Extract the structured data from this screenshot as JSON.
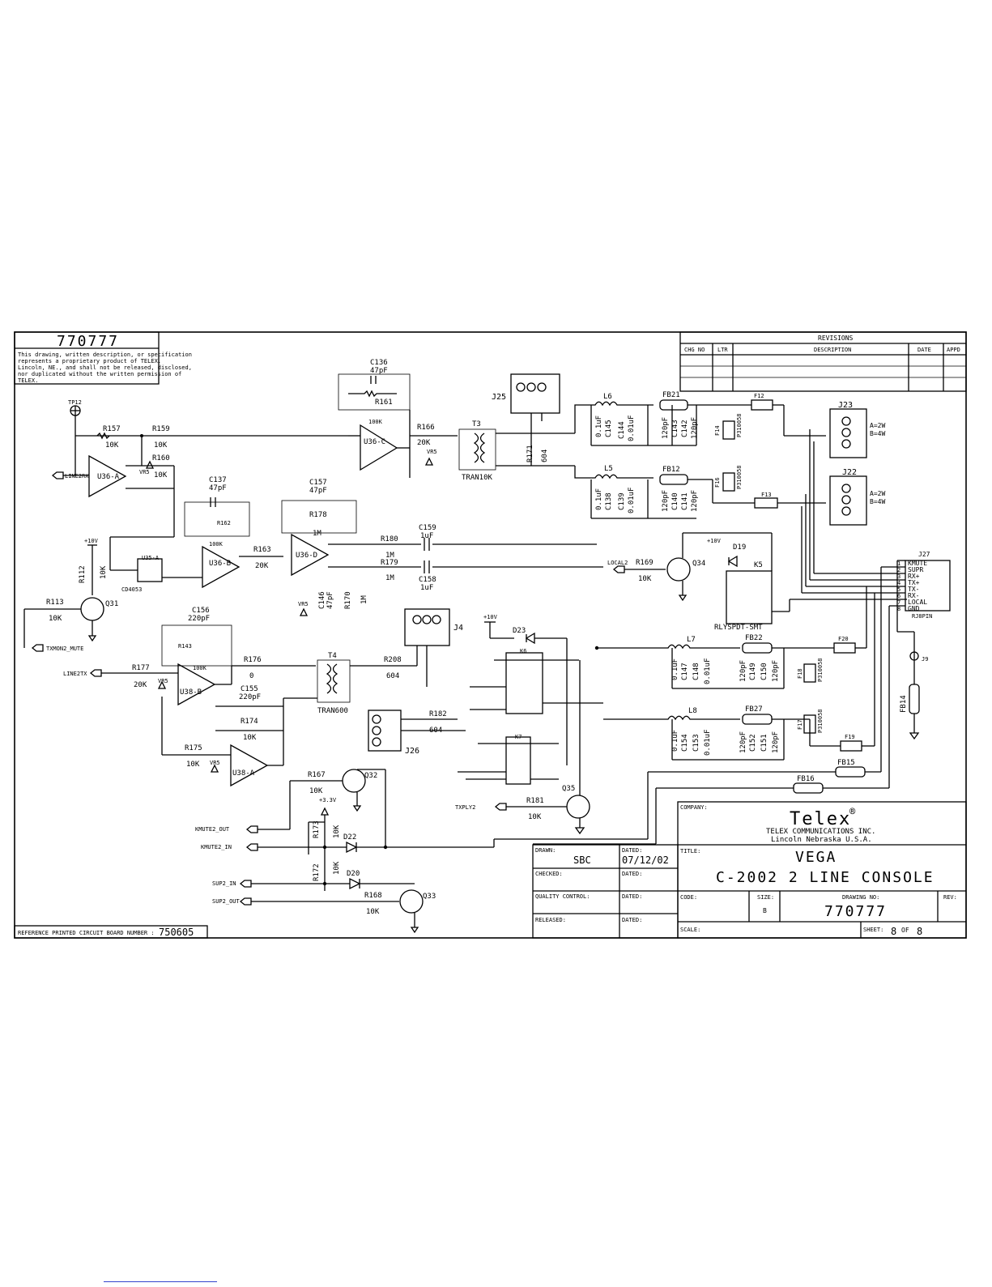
{
  "drawing_number": "770777",
  "proprietary_notice": [
    "This drawing, written description, or specification",
    "represents a proprietary product of TELEX.",
    "Lincoln, NE., and shall not be released, disclosed,",
    "nor duplicated without the written permission of",
    "TELEX."
  ],
  "revisions": {
    "title": "REVISIONS",
    "columns": [
      "CHG NO",
      "LTR",
      "DESCRIPTION",
      "DATE",
      "APPD"
    ]
  },
  "title_block": {
    "company_label": "COMPANY:",
    "company_logo": "Telex",
    "registered_mark": "®",
    "company_name": "TELEX COMMUNICATIONS INC.",
    "company_city": "Lincoln Nebraska U.S.A.",
    "drawn_label": "DRAWN:",
    "drawn_value": "SBC",
    "dated_label": "DATED:",
    "drawn_date": "07/12/02",
    "checked_label": "CHECKED:",
    "quality_label": "QUALITY CONTROL:",
    "released_label": "RELEASED:",
    "title_label": "TITLE:",
    "title_line1": "VEGA",
    "title_line2": "C-2002 2 LINE CONSOLE",
    "code_label": "CODE:",
    "size_label": "SIZE:",
    "size_value": "B",
    "drawing_no_label": "DRAWING NO:",
    "drawing_no_value": "770777",
    "rev_label": "REV:",
    "scale_label": "SCALE:",
    "sheet_label": "SHEET:",
    "sheet_value": "8",
    "of_label": "OF",
    "sheet_total": "8"
  },
  "reference_pcb": {
    "label": "REFERENCE PRINTED CIRCUIT BOARD NUMBER :",
    "value": "750605"
  },
  "nets": {
    "line2rx": "LINE2RX",
    "line2tx": "LINE2TX",
    "txmon2_mute": "TXMON2_MUTE",
    "local2": "LOCAL2",
    "txply2": "TXPLY2",
    "kmute2_out": "KMUTE2_OUT",
    "kmute2_in": "KMUTE2_IN",
    "sup2_in": "SUP2_IN",
    "sup2_out": "SUP2_OUT",
    "tp12": "TP12",
    "vr5": "VR5",
    "plus10v": "+10V",
    "plus3v3": "+3.3V"
  },
  "parts": {
    "r157": [
      "R157",
      "10K"
    ],
    "r159": [
      "R159",
      "10K"
    ],
    "r160": [
      "R160",
      "10K"
    ],
    "r161": [
      "R161",
      "100K"
    ],
    "r166": [
      "R166",
      "20K"
    ],
    "r171": [
      "R171",
      "604"
    ],
    "r162": [
      "R162",
      "100K"
    ],
    "r163": [
      "R163",
      "20K"
    ],
    "r178": [
      "R178",
      "1M"
    ],
    "r180": [
      "R180",
      "1M"
    ],
    "r179": [
      "R179",
      "1M"
    ],
    "r170": [
      "R170",
      "1M"
    ],
    "r169": [
      "R169",
      "10K"
    ],
    "r112": [
      "R112",
      "10K"
    ],
    "r113": [
      "R113",
      "10K"
    ],
    "r143": [
      "R143",
      "100K"
    ],
    "r176": [
      "R176",
      "0"
    ],
    "r177": [
      "R177",
      "20K"
    ],
    "r208": [
      "R208",
      "604"
    ],
    "r182": [
      "R182",
      "604"
    ],
    "r174": [
      "R174",
      "10K"
    ],
    "r175": [
      "R175",
      "10K"
    ],
    "r167": [
      "R167",
      "10K"
    ],
    "r173": [
      "R173",
      "10K"
    ],
    "r172": [
      "R172",
      "10K"
    ],
    "r168": [
      "R168",
      "10K"
    ],
    "r181": [
      "R181",
      "10K"
    ],
    "c136": [
      "C136",
      "47pF"
    ],
    "c137": [
      "C137",
      "47pF"
    ],
    "c157": [
      "C157",
      "47pF"
    ],
    "c159": [
      "C159",
      "1uF"
    ],
    "c158": [
      "C158",
      "1uF"
    ],
    "c146": [
      "C146",
      "47pF"
    ],
    "c156": [
      "C156",
      "220pF"
    ],
    "c155": [
      "C155",
      "220pF"
    ],
    "c145": [
      "C145",
      "0.1uF"
    ],
    "c144": [
      "C144",
      "0.01uF"
    ],
    "c143": [
      "C143",
      "120pF"
    ],
    "c142": [
      "C142",
      "120pF"
    ],
    "c138": [
      "C138",
      "0.1uF"
    ],
    "c139": [
      "C139",
      "0.01uF"
    ],
    "c140": [
      "C140",
      "120pF"
    ],
    "c141": [
      "C141",
      "120pF"
    ],
    "c147": [
      "C147",
      "0.1uF"
    ],
    "c148": [
      "C148",
      "0.01uF"
    ],
    "c149": [
      "C149",
      "120pF"
    ],
    "c150": [
      "C150",
      "120pF"
    ],
    "c154": [
      "C154",
      "0.1uF"
    ],
    "c153": [
      "C153",
      "0.01uF"
    ],
    "c152": [
      "C152",
      "120pF"
    ],
    "c151": [
      "C151",
      "120pF"
    ],
    "u36a": "U36-A",
    "u36b": "U36-B",
    "u36c": "U36-C",
    "u36d": "U36-D",
    "u38a": "U38-A",
    "u38b": "U38-B",
    "u35a": "U35-A",
    "cd4053": "CD4053",
    "t3": "T3",
    "tran10k": "TRAN10K",
    "t4": "T4",
    "tran600": "TRAN600",
    "l5": "L5",
    "l6": "L6",
    "l7": "L7",
    "l8": "L8",
    "fb12": "FB12",
    "fb21": "FB21",
    "fb22": "FB22",
    "fb27": "FB27",
    "fb14": "FB14",
    "fb15": "FB15",
    "fb16": "FB16",
    "f12": "F12",
    "f13": "F13",
    "f14": "F14",
    "f16": "F16",
    "f17": "F17",
    "f18": "F18",
    "f19": "F19",
    "f20": "F20",
    "p310058": "P310058",
    "j22": "J22",
    "j23": "J23",
    "j25": "J25",
    "j4": "J4",
    "j26": "J26",
    "j27": "J27",
    "j9": "J9",
    "a2w": "A=2W",
    "b4w": "B=4W",
    "k5": "K5",
    "k6": "K6",
    "k7": "K7",
    "rlyspdt": "RLYSPDT-SMT",
    "d19": "D19",
    "d20": "D20",
    "d22": "D22",
    "d23": "D23",
    "q31": "Q31",
    "q32": "Q32",
    "q33": "Q33",
    "q34": "Q34",
    "q35": "Q35",
    "rj8pin": "RJ8PIN"
  },
  "j27_pins": [
    [
      "1",
      "KMUTE"
    ],
    [
      "2",
      "SUPR"
    ],
    [
      "3",
      "RX+"
    ],
    [
      "4",
      "TX+"
    ],
    [
      "5",
      "TX-"
    ],
    [
      "6",
      "RX-"
    ],
    [
      "7",
      "LOCAL"
    ],
    [
      "8",
      "GND"
    ]
  ]
}
